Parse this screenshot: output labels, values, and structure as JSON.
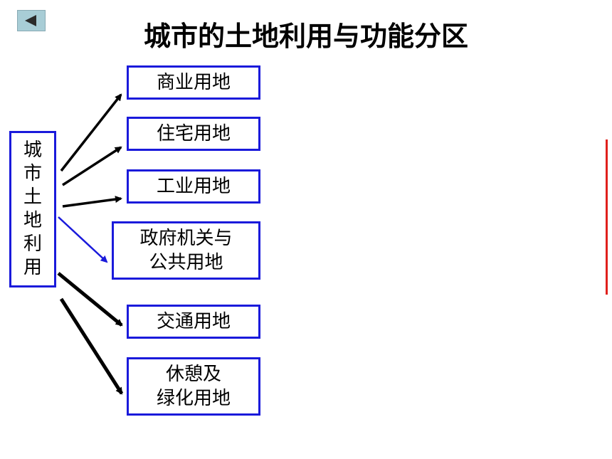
{
  "title": "城市的土地利用与功能分区",
  "root": {
    "label": "城市土地利用"
  },
  "branches": [
    {
      "label": "商业用地"
    },
    {
      "label": "住宅用地"
    },
    {
      "label": "工业用地"
    },
    {
      "label": "政府机关与\n公共用地"
    },
    {
      "label": "交通用地"
    },
    {
      "label": "休憩及\n绿化用地"
    }
  ],
  "colors": {
    "box_border": "#1a1adb",
    "arrow_black": "#000000",
    "arrow_blue": "#1a1adb",
    "accent_line": "#e0201c",
    "back_button": "#a8cdd6"
  },
  "icons": {
    "back": "back-arrow-icon"
  }
}
